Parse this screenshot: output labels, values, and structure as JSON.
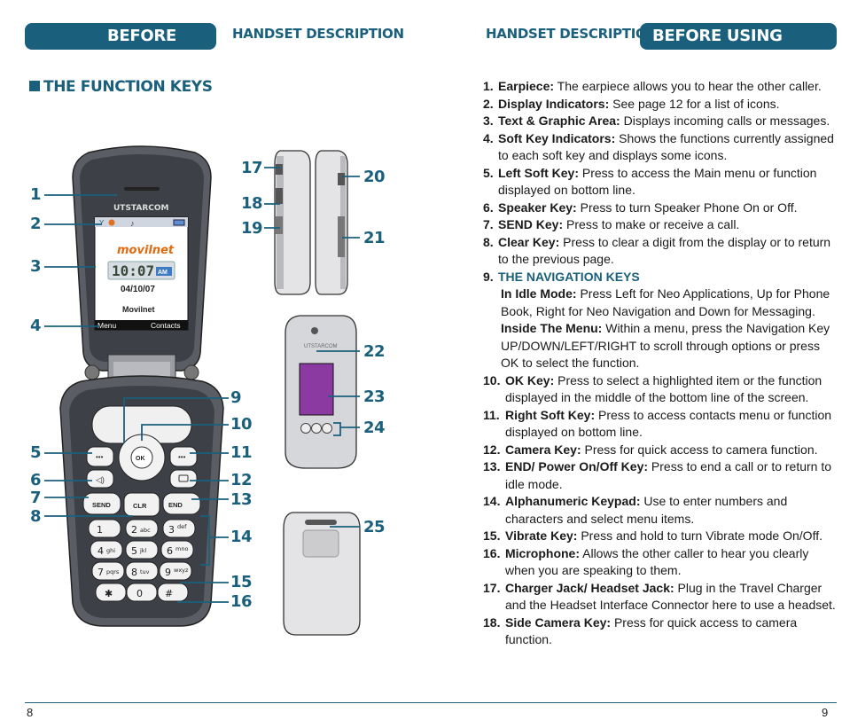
{
  "header": {
    "left_tab": "BEFORE USING",
    "left_sub": "HANDSET DESCRIPTION",
    "right_sub": "HANDSET DESCRIPTION",
    "right_tab": "BEFORE USING"
  },
  "section_title": "THE FUNCTION KEYS",
  "phone_screen": {
    "brand": "UTSTARCOM",
    "carrier": "movilnet",
    "time": "10:07",
    "ampm": "AM",
    "date": "04/10/07",
    "network": "Movilnet",
    "softkey_left": "Menu",
    "softkey_right": "Contacts"
  },
  "keys": {
    "ok": "OK",
    "send": "SEND",
    "clr": "CLR",
    "end": "END",
    "k1": "1",
    "k2": "2",
    "k2s": "abc",
    "k3": "3",
    "k3s": "def",
    "k4": "4",
    "k4s": "ghi",
    "k5": "5",
    "k5s": "jkl",
    "k6": "6",
    "k6s": "mno",
    "k7": "7",
    "k7s": "pqrs",
    "k8": "8",
    "k8s": "tuv",
    "k9": "9",
    "k9s": "wxyz",
    "kstar": "✱",
    "k0": "0",
    "khash": "#"
  },
  "callouts": [
    "1",
    "2",
    "3",
    "4",
    "5",
    "6",
    "7",
    "8",
    "9",
    "10",
    "11",
    "12",
    "13",
    "14",
    "15",
    "16",
    "17",
    "18",
    "19",
    "20",
    "21",
    "22",
    "23",
    "24",
    "25"
  ],
  "items": [
    {
      "num": "1.",
      "label": "Earpiece:",
      "text": " The earpiece allows you to hear the other caller."
    },
    {
      "num": "2.",
      "label": "Display Indicators:",
      "text": " See page 12 for a list of icons."
    },
    {
      "num": "3.",
      "label": "Text & Graphic Area:",
      "text": " Displays incoming calls or messages."
    },
    {
      "num": "4.",
      "label": "Soft Key Indicators:",
      "text": " Shows the functions currently assigned to each soft key and displays some icons."
    },
    {
      "num": "5.",
      "label": "Left Soft Key:",
      "text": " Press to access the Main menu or function displayed on bottom line."
    },
    {
      "num": "6.",
      "label": "Speaker Key:",
      "text": " Press to turn Speaker Phone On or Off."
    },
    {
      "num": "7.",
      "label": "SEND Key:",
      "text": " Press to make or receive a call."
    },
    {
      "num": "8.",
      "label": "Clear Key:",
      "text": " Press to clear a digit from the display or to return to the previous page."
    }
  ],
  "nav": {
    "num": "9.",
    "title": "THE NAVIGATION KEYS",
    "idle_label": "In Idle Mode:",
    "idle_text": " Press Left for Neo Applications, Up for Phone Book, Right for Neo Navigation and Down for Messaging.",
    "menu_label": "Inside The Menu:",
    "menu_text": " Within a menu, press the Navigation Key UP/DOWN/LEFT/RIGHT to scroll through options or press OK to select the function."
  },
  "items2": [
    {
      "num": "10.",
      "label": "OK Key:",
      "text": " Press to select a highlighted item or the function displayed in the middle of the bottom line of the screen."
    },
    {
      "num": "11.",
      "label": "Right Soft Key:",
      "text": " Press to access contacts menu or function displayed on bottom line."
    },
    {
      "num": "12.",
      "label": "Camera Key:",
      "text": " Press for quick access to camera function."
    },
    {
      "num": "13.",
      "label": "END/ Power On/Off Key:",
      "text": " Press to end a call or to return to idle mode."
    },
    {
      "num": "14.",
      "label": "Alphanumeric Keypad:",
      "text": " Use to enter numbers and characters and select menu items."
    },
    {
      "num": "15.",
      "label": "Vibrate Key:",
      "text": " Press and hold to turn Vibrate mode On/Off."
    },
    {
      "num": "16.",
      "label": "Microphone:",
      "text": " Allows the other caller to hear you clearly when you are speaking to them."
    },
    {
      "num": "17.",
      "label": "Charger Jack/ Headset Jack:",
      "text": " Plug in the Travel Charger and the Headset Interface Connector here to use a headset."
    },
    {
      "num": "18.",
      "label": "Side Camera Key:",
      "text": " Press for quick access to camera function."
    }
  ],
  "footer": {
    "left_page": "8",
    "right_page": "9"
  },
  "colors": {
    "accent": "#1a607d",
    "text": "#1a1a1a"
  }
}
